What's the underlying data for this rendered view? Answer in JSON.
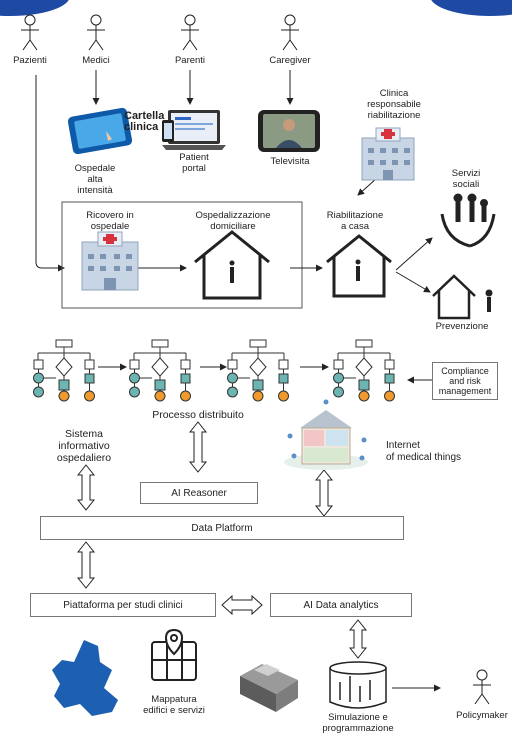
{
  "actors": {
    "pazienti": "Pazienti",
    "medici": "Medici",
    "parenti": "Parenti",
    "caregiver": "Caregiver",
    "policymaker": "Policymaker"
  },
  "devices": {
    "cartella_clinica": "Cartella\nclinica",
    "patient_portal": "Patient\nportal",
    "televisita": "Televisita"
  },
  "care_path": {
    "ospedale_alta_intensita": "Ospedale\nalta\nintensità",
    "clinica_riabilitazione": "Clinica\nresponsabile\nriabilitazione",
    "ricovero": "Ricovero in\nospedale",
    "ospedalizzazione": "Ospedalizzazione\ndomiciliare",
    "riabilitazione": "Riabilitazione\na casa",
    "servizi_sociali": "Servizi\nsociali",
    "prevenzione": "Prevenzione"
  },
  "process": {
    "compliance": "Compliance\nand risk\nmanagement",
    "processo_distribuito": "Processo distribuito",
    "sistema_informativo": "Sistema\ninformativo\nospedaliero",
    "iomt": "Internet\nof medical things"
  },
  "platform": {
    "ai_reasoner": "AI Reasoner",
    "data_platform": "Data Platform",
    "studi_clinici": "Piattaforma per studi clinici",
    "ai_data_analytics": "AI Data analytics"
  },
  "outputs": {
    "mappatura": "Mappatura\nedifici e servizi",
    "simulazione": "Simulazione e\nprogrammazione"
  },
  "colors": {
    "corner": "#1f4aa3",
    "teal": "#6cb5b2",
    "orange": "#f09a2e",
    "map_blue": "#1d5fb0",
    "red_cross": "#d8323c"
  }
}
